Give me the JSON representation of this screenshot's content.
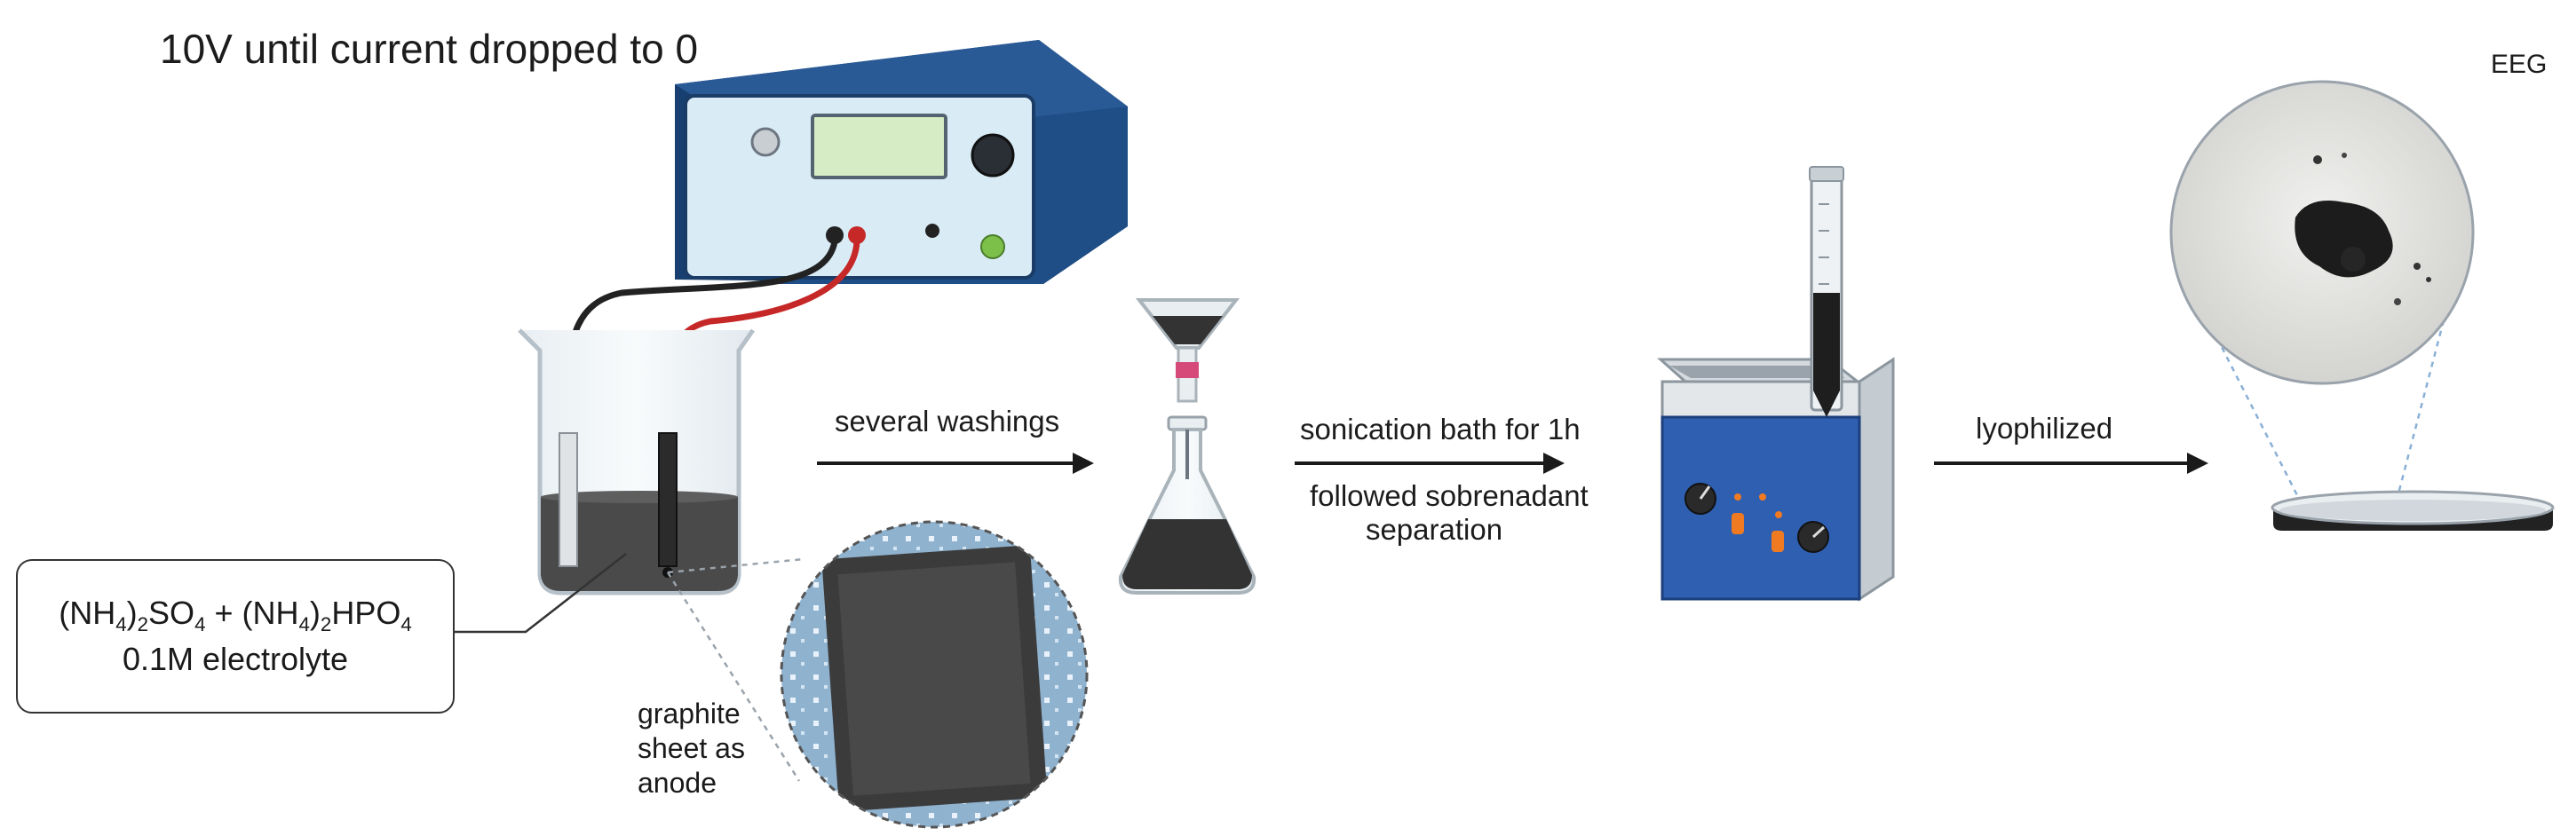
{
  "title": "10V until current dropped to 0",
  "product_label": "EEG",
  "electrolyte": {
    "line1": {
      "a": "(NH",
      "a_sub": "4",
      "b": ")",
      "b_sub": "2",
      "c": "SO",
      "c_sub": "4",
      "plus": " + ",
      "d": "(NH",
      "d_sub": "4",
      "e": ")",
      "e_sub": "2",
      "f": "HPO",
      "f_sub": "4"
    },
    "line2": "0.1M electrolyte"
  },
  "anode_label": [
    "graphite",
    "sheet as",
    "anode"
  ],
  "steps": {
    "washing": "several washings",
    "sonication": "sonication bath for 1h",
    "separation": [
      "followed sobrenadant",
      "separation"
    ],
    "lyophilized": "lyophilized"
  },
  "colors": {
    "power_supply_body": "#1f4e86",
    "power_supply_panel": "#d9ecf6",
    "display": "#d6ecc4",
    "red_wire": "#c62828",
    "black_wire": "#222222",
    "electrolyte_liquid": "#4a4a4a",
    "sonicator_panel": "#2f5fb0",
    "knob_orange": "#f07a22",
    "graphite": "#2b2b2b"
  }
}
